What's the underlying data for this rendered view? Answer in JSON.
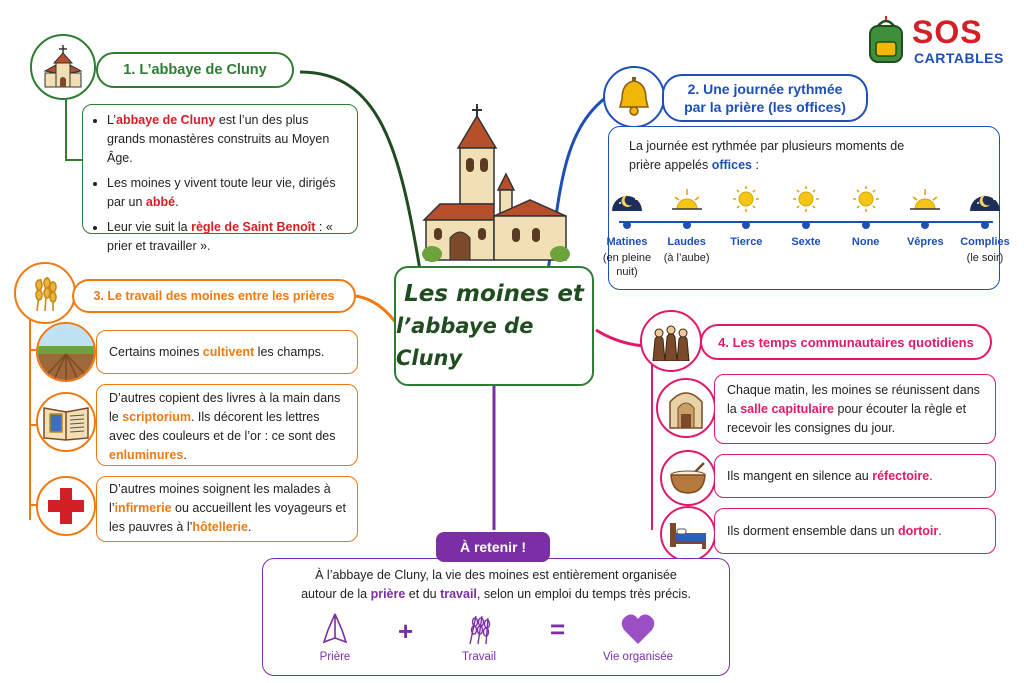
{
  "logo": {
    "sos": "SOS",
    "cartables": "CARTABLES"
  },
  "center": {
    "line1": "Les moines et",
    "line2": "l’abbaye de Cluny"
  },
  "section1": {
    "title": "1. L’abbaye de Cluny",
    "b1_pre": "L’",
    "b1_hl": "abbaye de Cluny",
    "b1_post": " est l’un des plus grands monastères construits au Moyen Âge.",
    "b2_pre": "Les moines y vivent toute leur vie, dirigés par un ",
    "b2_hl": "abbé",
    "b2_post": ".",
    "b3_pre": "Leur vie suit la ",
    "b3_hl": "règle de Saint Benoît",
    "b3_post": " : « prier et travailler »."
  },
  "section2": {
    "title_line1": "2. Une journée rythmée",
    "title_line2": "par la prière (les offices)",
    "intro_pre": "La journée est rythmée par plusieurs moments de prière appelés ",
    "intro_hl": "offices",
    "intro_post": " :",
    "offices": [
      {
        "name": "Matines",
        "note": "(en pleine nuit)",
        "icon": "moon-night-icon"
      },
      {
        "name": "Laudes",
        "note": "(à l’aube)",
        "icon": "sunrise-icon"
      },
      {
        "name": "Tierce",
        "note": "",
        "icon": "sun-low-icon"
      },
      {
        "name": "Sexte",
        "note": "",
        "icon": "sun-high-icon"
      },
      {
        "name": "None",
        "note": "",
        "icon": "sun-afternoon-icon"
      },
      {
        "name": "Vêpres",
        "note": "",
        "icon": "sunset-icon"
      },
      {
        "name": "Complies",
        "note": "(le soir)",
        "icon": "moon-evening-icon"
      }
    ]
  },
  "section3": {
    "title": "3. Le travail des moines entre les prières",
    "item1_pre": "Certains moines ",
    "item1_hl": "cultivent",
    "item1_post": " les champs.",
    "item2_pre": "D’autres copient des livres à la main dans le ",
    "item2_hl": "scriptorium",
    "item2_mid": ". Ils décorent les lettres avec des couleurs et de l’or : ce sont des ",
    "item2_hl2": "enluminures",
    "item2_post": ".",
    "item3_pre": "D’autres moines soignent les malades à l’",
    "item3_hl": "infirmerie",
    "item3_mid": " ou accueillent les voyageurs et les pauvres à l’",
    "item3_hl2": "hôtellerie",
    "item3_post": "."
  },
  "section4": {
    "title": "4. Les temps communautaires quotidiens",
    "item1_pre": "Chaque matin, les moines se réunissent dans la ",
    "item1_hl": "salle capitulaire",
    "item1_post": " pour écouter la règle et recevoir les consignes du jour.",
    "item2_pre": "Ils mangent en silence au ",
    "item2_hl": "réfectoire",
    "item2_post": ".",
    "item3_pre": "Ils dorment ensemble dans un ",
    "item3_hl": "dortoir",
    "item3_post": "."
  },
  "retenir": {
    "title": "À retenir !",
    "line1": "À l’abbaye de Cluny, la vie des moines est entièrement organisée",
    "line2_pre": "autour de la ",
    "line2_hl1": "prière",
    "line2_mid": " et du ",
    "line2_hl2": "travail",
    "line2_post": ", selon un emploi du temps très précis.",
    "plus": "+",
    "equals": "=",
    "labels": {
      "priere": "Prière",
      "travail": "Travail",
      "vie": "Vie organisée"
    }
  },
  "colors": {
    "green": "#2e7d32",
    "blue": "#1d4fb8",
    "orange": "#ef7a12",
    "pink": "#e0196b",
    "purple": "#7b2fa5",
    "red": "#d32027"
  }
}
